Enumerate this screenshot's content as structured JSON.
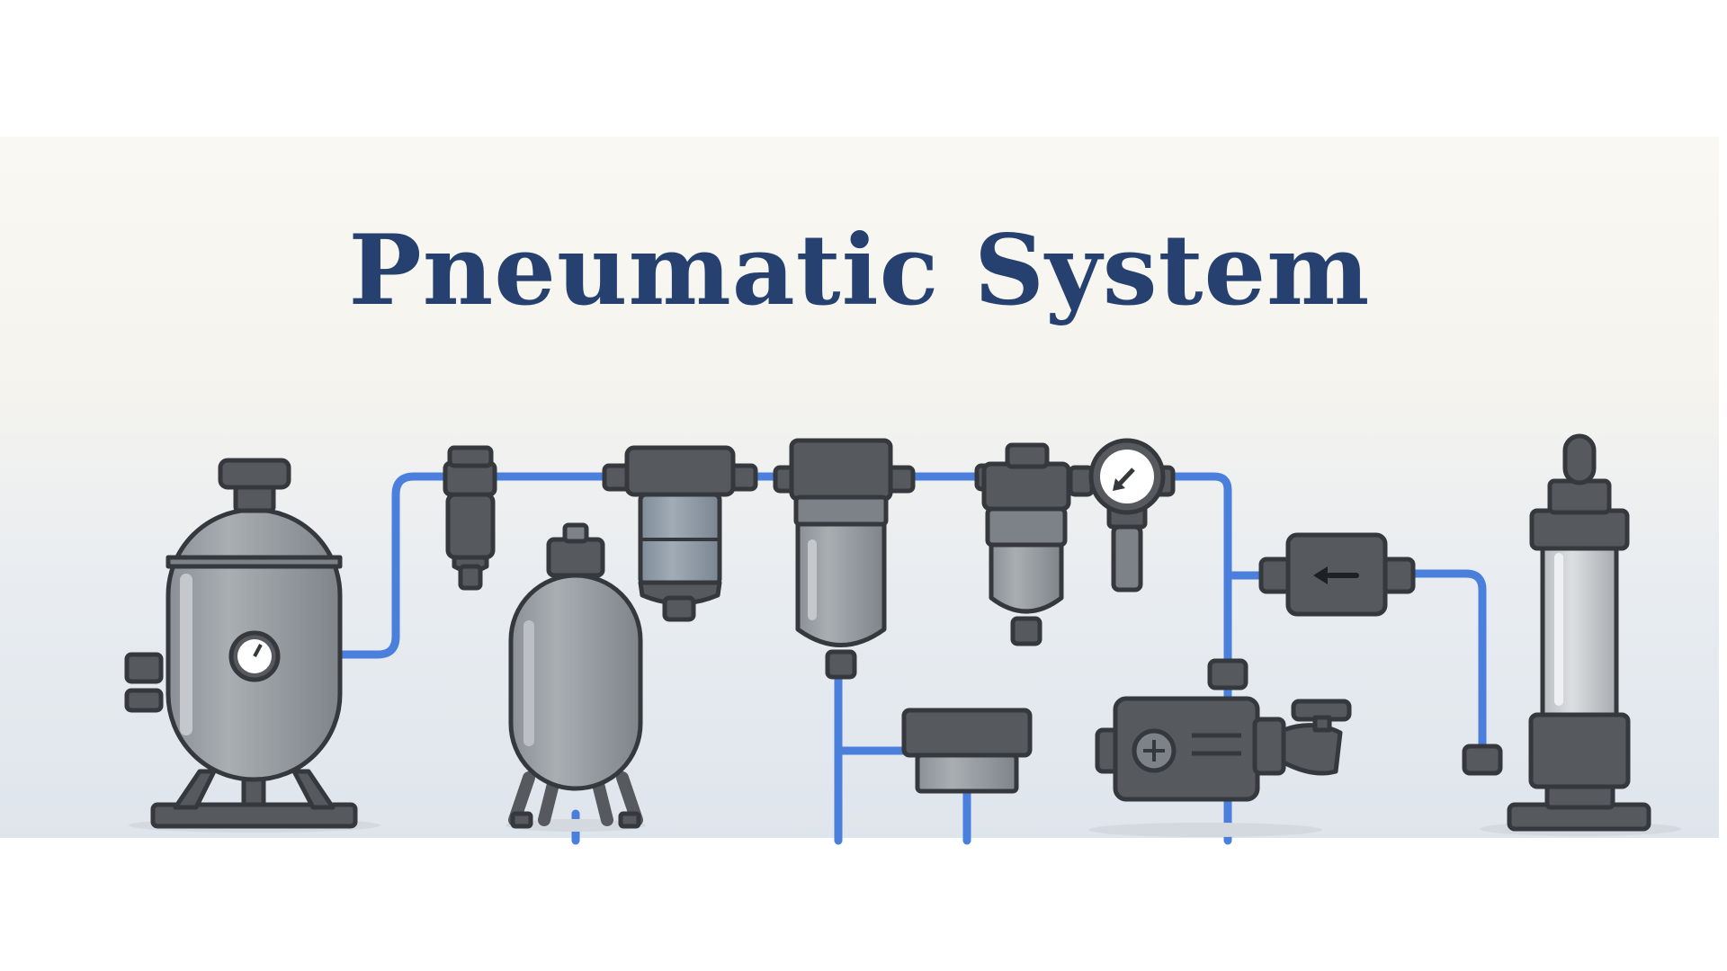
{
  "diagram": {
    "title": "Pneumatic System",
    "colors": {
      "title": "#26416f",
      "pipe": "#4a7fdc",
      "body_light": "#9aa0a6",
      "body_mid": "#7c8288",
      "body_dark": "#56595e",
      "outline": "#35383d",
      "bowl_blue": "#8e9aa8"
    },
    "components": [
      "air-receiver-tank",
      "water-separator",
      "secondary-receiver-tank",
      "particulate-filter",
      "coalescing-filter",
      "air-dryer",
      "filter-regulator",
      "pressure-gauge",
      "directional-control-valve",
      "drain-trap",
      "compressor-unit",
      "pneumatic-cylinder"
    ]
  }
}
